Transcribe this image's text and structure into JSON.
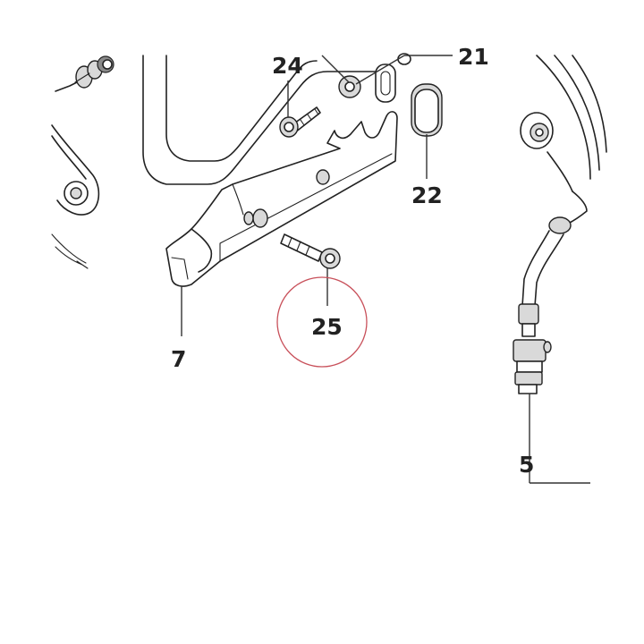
{
  "callouts": {
    "c5": "5",
    "c7": "7",
    "c21": "21",
    "c22": "22",
    "c24": "24",
    "c25": "25"
  },
  "highlight_color": "#c8505a",
  "line_color": "#222222"
}
